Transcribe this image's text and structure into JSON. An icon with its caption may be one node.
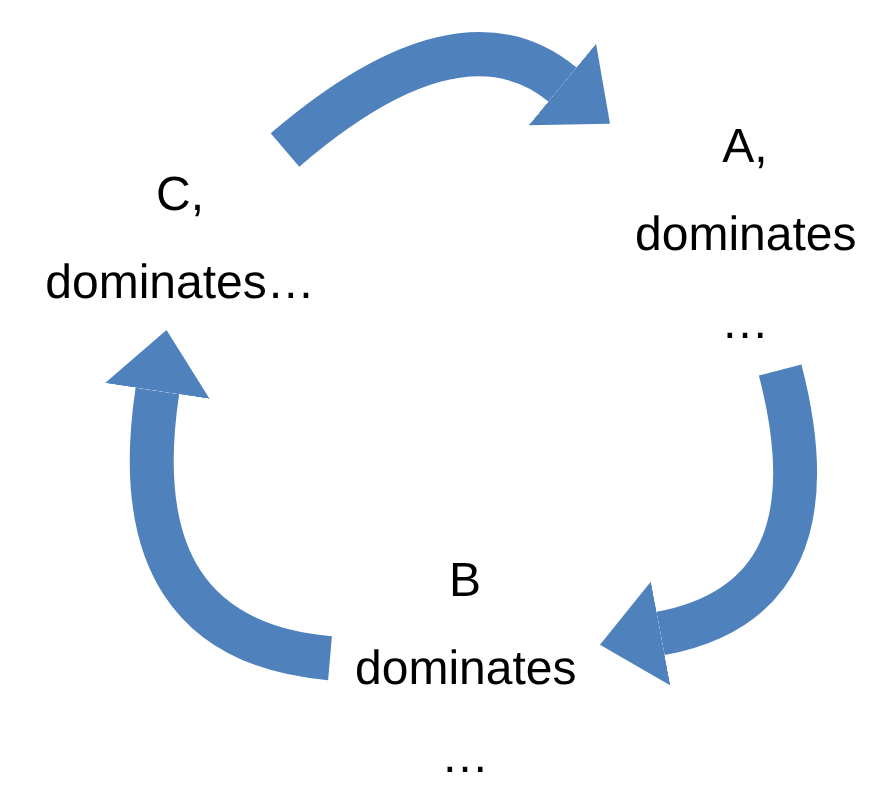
{
  "diagram": {
    "nodes": [
      {
        "text": [
          "A, dominates …"
        ]
      },
      {
        "text": [
          "B dominates …"
        ]
      },
      {
        "text": [
          "C, dominates…"
        ]
      }
    ],
    "edges": [
      {
        "from": 2,
        "to": 0,
        "arrow": "to"
      },
      {
        "from": 0,
        "to": 1,
        "arrow": "to"
      },
      {
        "from": 1,
        "to": 2,
        "arrow": "to"
      }
    ]
  }
}
